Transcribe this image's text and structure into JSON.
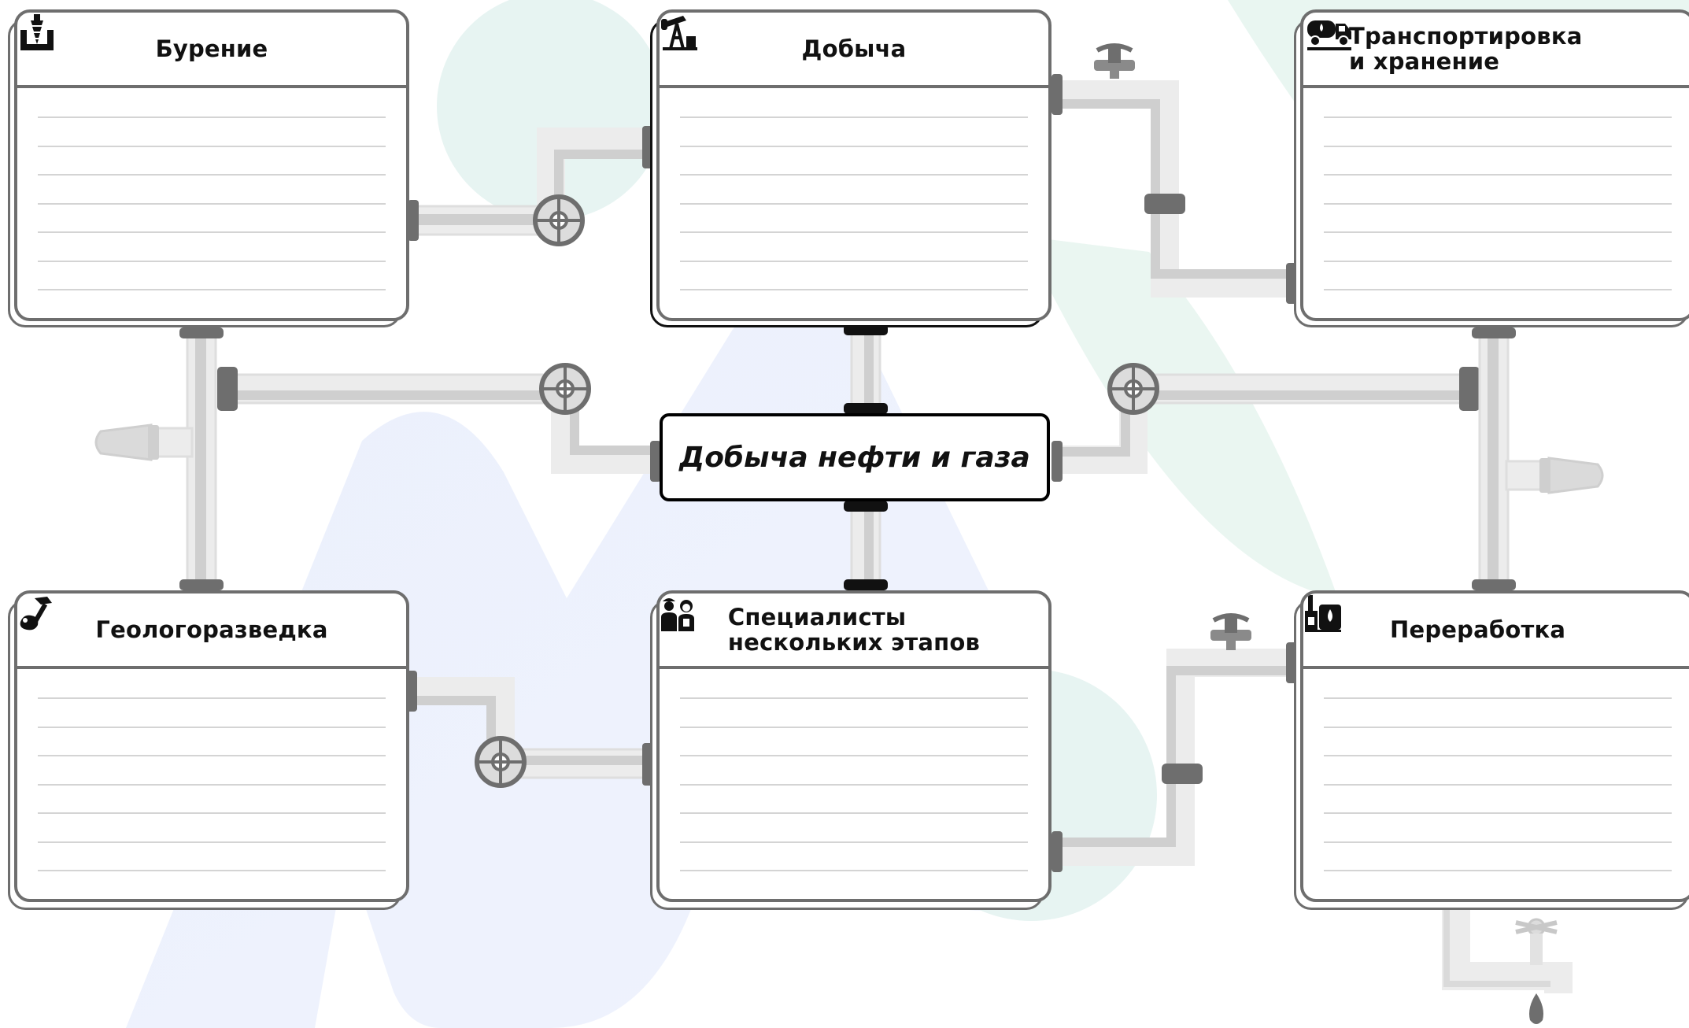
{
  "diagram": {
    "center": {
      "label": "Добыча нефти и газа"
    },
    "stages": [
      {
        "id": "burenie",
        "title_lines": [
          "Бурение"
        ],
        "icon": "drill-icon"
      },
      {
        "id": "dobycha",
        "title_lines": [
          "Добыча"
        ],
        "icon": "oil-pump-icon"
      },
      {
        "id": "transport",
        "title_lines": [
          "Транспортировка",
          "и хранение"
        ],
        "icon": "tanker-truck-icon"
      },
      {
        "id": "geology",
        "title_lines": [
          "Геологоразведка"
        ],
        "icon": "hammer-rock-icon"
      },
      {
        "id": "specialists",
        "title_lines": [
          "Специалисты",
          "нескольких этапов"
        ],
        "icon": "workers-icon"
      },
      {
        "id": "pererabotka",
        "title_lines": [
          "Переработка"
        ],
        "icon": "refinery-icon"
      }
    ],
    "colors": {
      "pipe": "#cfcfcf",
      "pipe_light": "#ececec",
      "pipe_joint": "#6e6e6e",
      "card_border": "#6e6e6e",
      "bg_green": "#e6f5f0",
      "bg_blue": "#e6ecfb"
    }
  }
}
